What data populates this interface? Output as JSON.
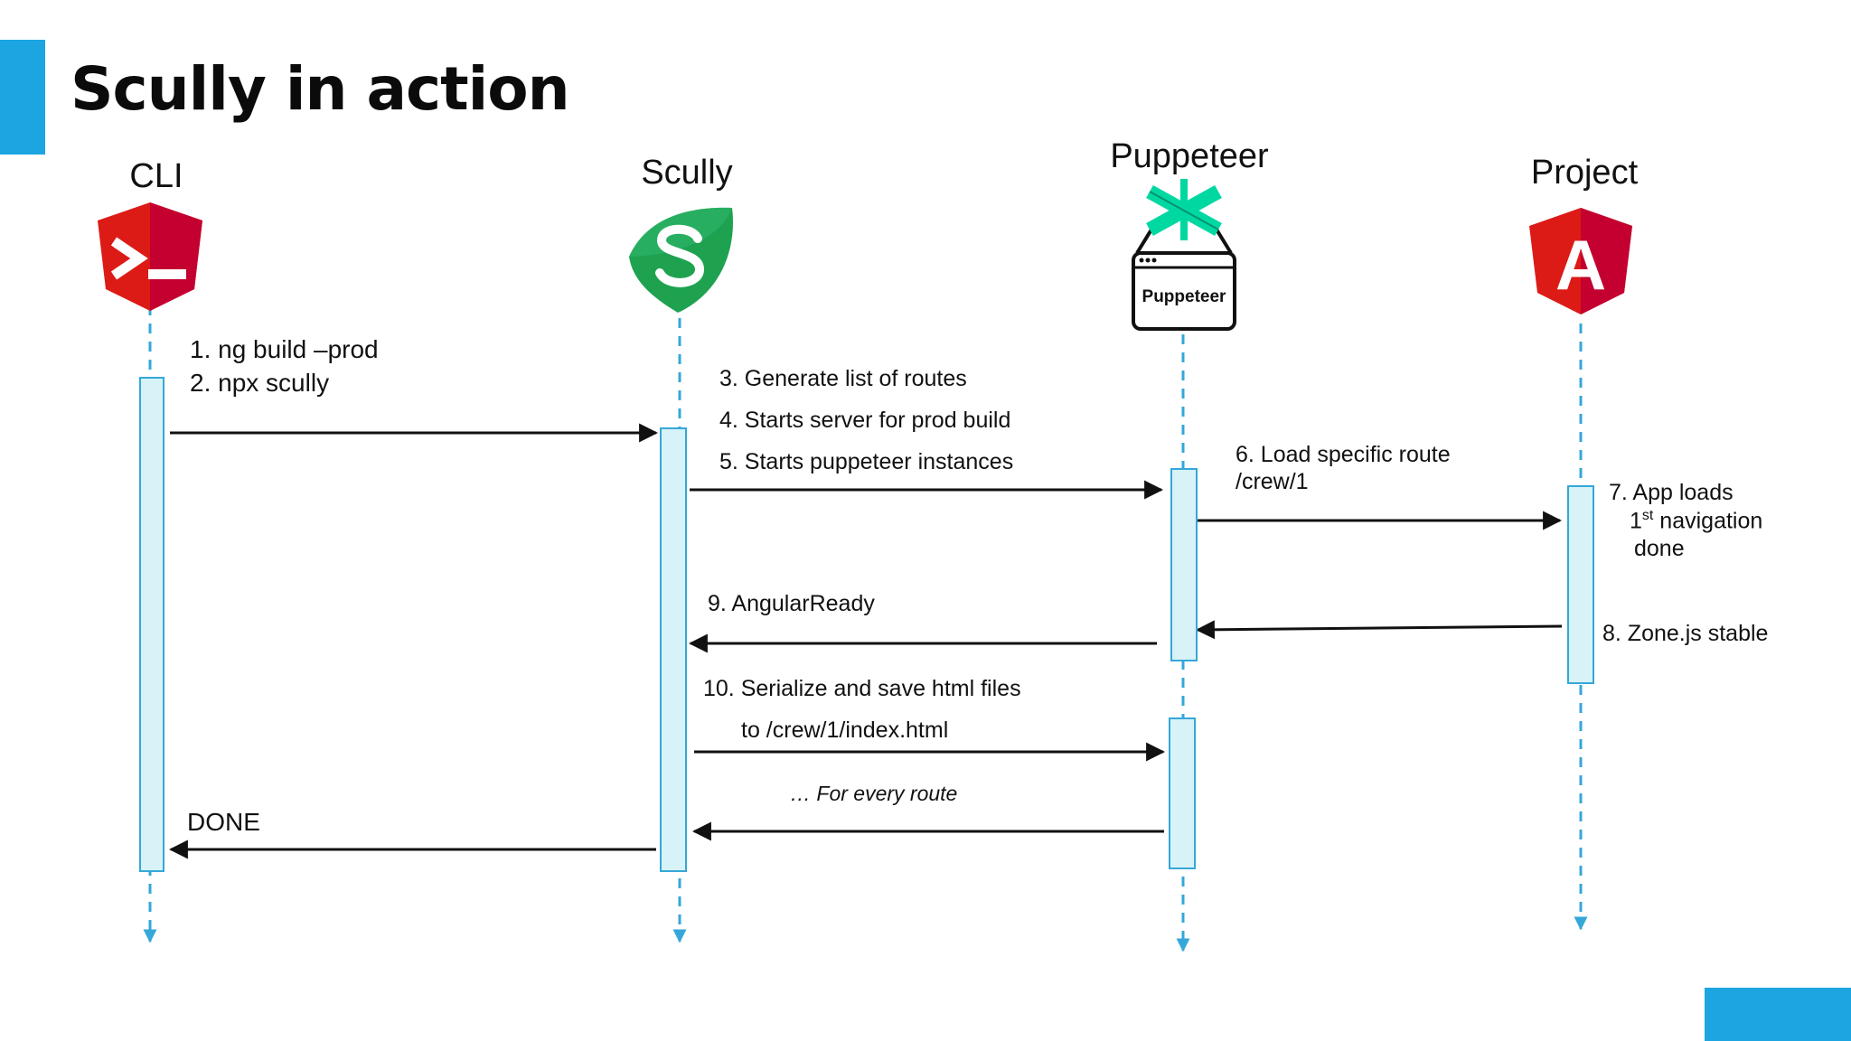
{
  "title": "Scully in action",
  "colors": {
    "accent": "#1ca5e0",
    "lifeline": "#35a7d9",
    "activation_fill": "#d7f3f7",
    "angular_red": "#dd1b16",
    "scully_green": "#1ea250",
    "puppeteer_green": "#00d8a2"
  },
  "participants": [
    {
      "label": "CLI",
      "icon": "angular-cli-terminal-icon"
    },
    {
      "label": "Scully",
      "icon": "scully-logo-icon"
    },
    {
      "label": "Puppeteer",
      "icon": "puppeteer-logo-icon",
      "icon_text": "Puppeteer"
    },
    {
      "label": "Project",
      "icon": "angular-logo-icon",
      "icon_text": "A"
    }
  ],
  "steps": {
    "s1": "1. ng build –prod",
    "s2": "2. npx scully",
    "s3": "3. Generate list of routes",
    "s4": "4. Starts server for prod build",
    "s5": "5. Starts puppeteer instances",
    "s6a": "6. Load specific route",
    "s6b": "/crew/1",
    "s7a": "7. App loads",
    "s7b_num": "1",
    "s7b_sup": "st",
    "s7b_rest": " navigation",
    "s7c": "done",
    "s8": "8. Zone.js stable",
    "s9": "9. AngularReady",
    "s10a": "10. Serialize and save html files",
    "s10b": "to /crew/1/index.html",
    "loop": "… For every route",
    "done": "DONE"
  }
}
